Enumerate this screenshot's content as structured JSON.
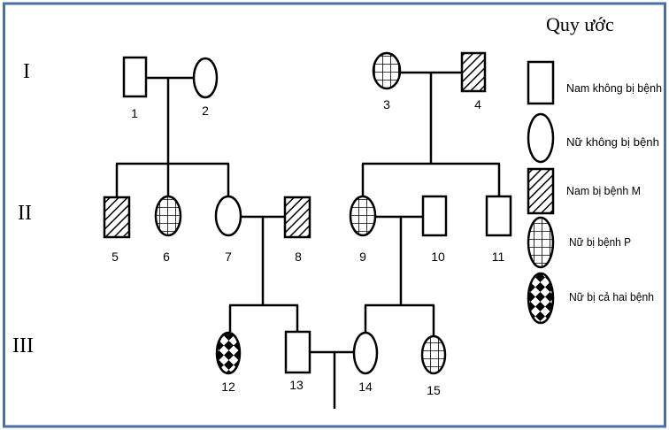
{
  "generations": [
    "I",
    "II",
    "III"
  ],
  "individuals": {
    "i1": "1",
    "i2": "2",
    "i3": "3",
    "i4": "4",
    "i5": "5",
    "i6": "6",
    "i7": "7",
    "i8": "8",
    "i9": "9",
    "i10": "10",
    "i11": "11",
    "i12": "12",
    "i13": "13",
    "i14": "14",
    "i15": "15"
  },
  "legend": {
    "title": "Quy ước",
    "items": [
      {
        "label": "Nam không bị bệnh",
        "symbol": "square-empty"
      },
      {
        "label": "Nữ không bị bệnh",
        "symbol": "circle-empty"
      },
      {
        "label": "Nam bị bệnh M",
        "symbol": "square-hatched"
      },
      {
        "label": "Nữ bị bệnh P",
        "symbol": "circle-grid"
      },
      {
        "label": "Nữ bị cả hai bệnh",
        "symbol": "circle-diamonds"
      }
    ]
  },
  "colors": {
    "frame": "#4a6fa0",
    "ink": "#000000"
  }
}
